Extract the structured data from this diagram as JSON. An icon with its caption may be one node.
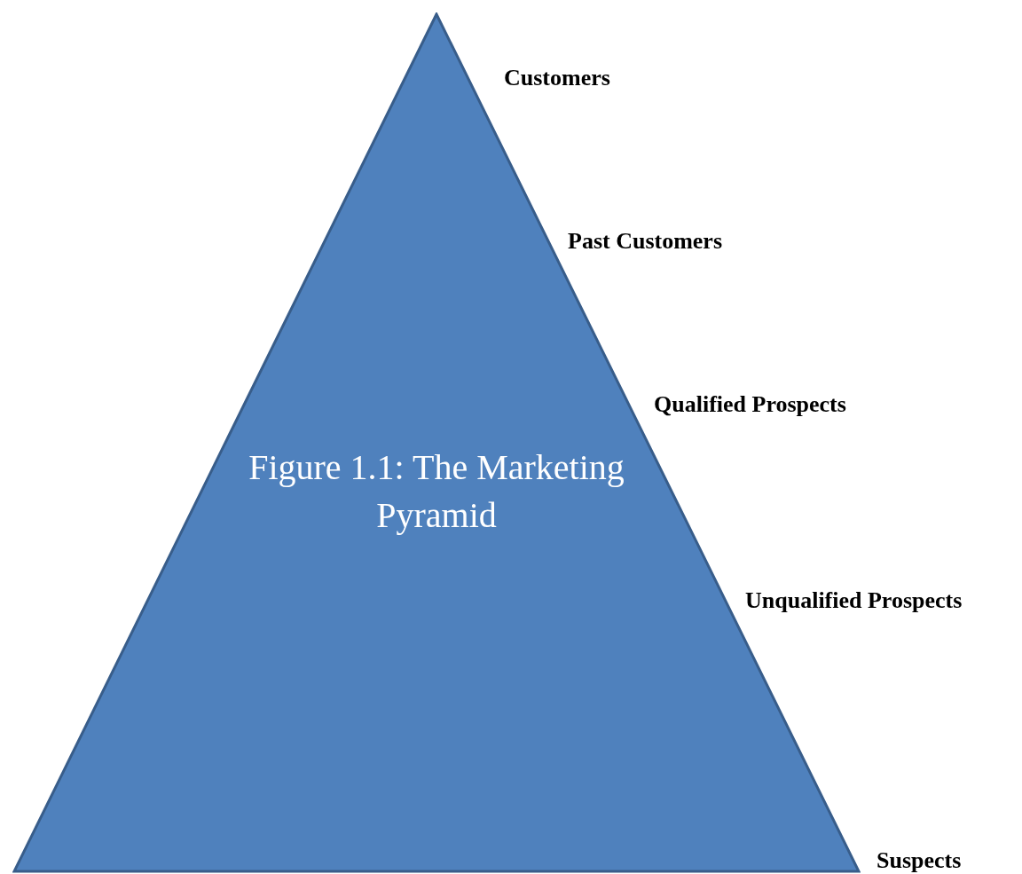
{
  "diagram": {
    "nodes": [
      {
        "text": [
          "Figure 1.1: The Marketing Pyramid"
        ]
      }
    ],
    "labels": [
      "Customers",
      "Past Customers",
      "Qualified Prospects",
      "Unqualified Prospects",
      "Suspects"
    ]
  }
}
